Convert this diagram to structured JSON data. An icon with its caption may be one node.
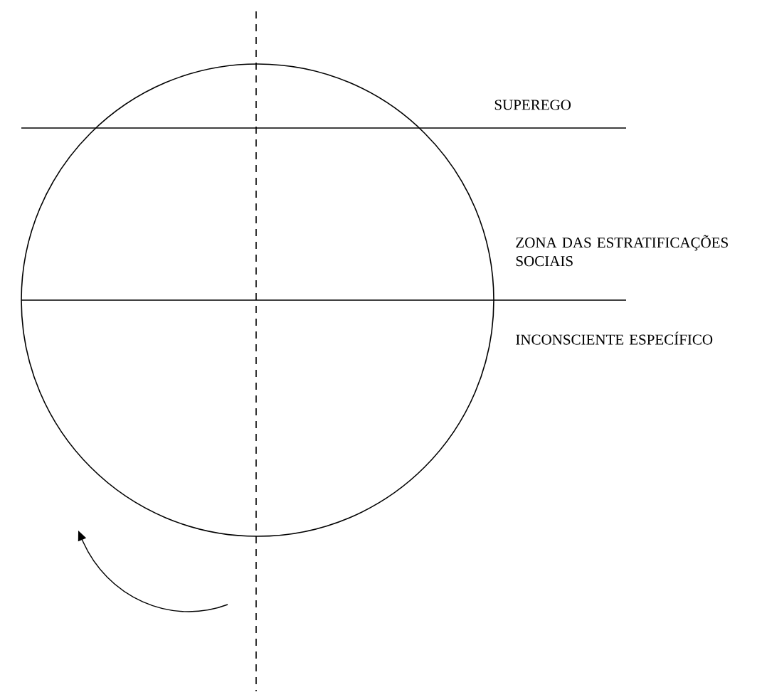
{
  "diagram": {
    "labels": [
      "SUPEREGO",
      "ZONA DAS ESTRATIFICAÇÕES SOCIAIS",
      "INCONSCIENTE ESPECÍFICO"
    ]
  }
}
